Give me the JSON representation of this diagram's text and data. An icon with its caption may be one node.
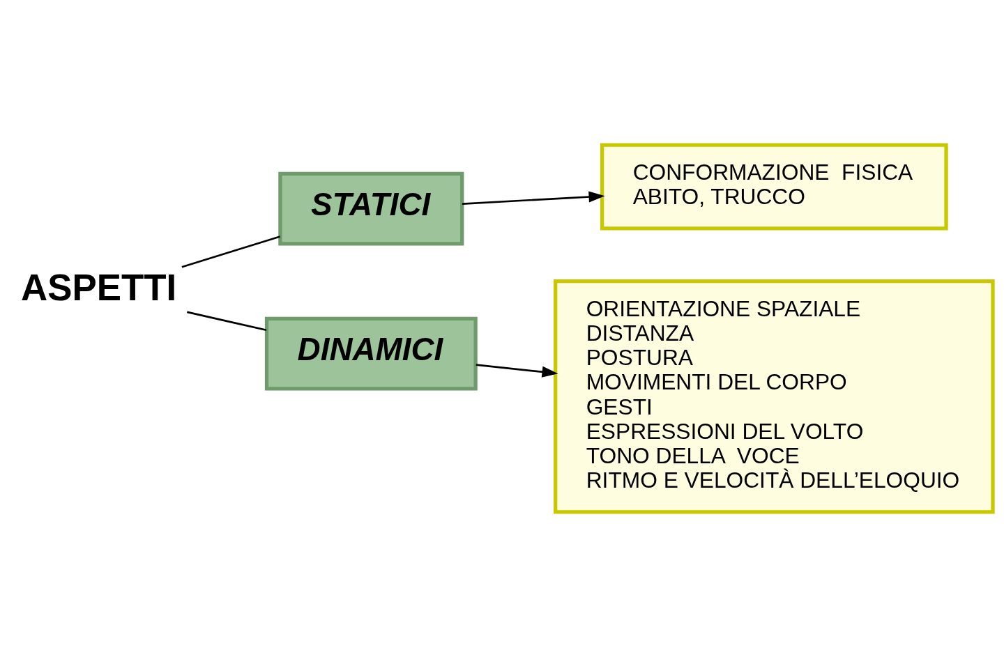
{
  "diagram": {
    "nodes": [
      {
        "text": [
          "ASPETTI"
        ]
      },
      {
        "text": [
          "STATICI"
        ]
      },
      {
        "text": [
          "DINAMICI"
        ]
      },
      {
        "text": [
          "CONFORMAZIONE  FISICA",
          "ABITO, TRUCCO"
        ]
      },
      {
        "text": [
          "ORIENTAZIONE SPAZIALE",
          "DISTANZA",
          "POSTURA",
          "MOVIMENTI DEL CORPO",
          "GESTI",
          "ESPRESSIONI DEL VOLTO",
          "TONO DELLA  VOCE",
          "RITMO E VELOCITÀ DELL’ELOQUIO"
        ]
      }
    ],
    "edges": [
      {
        "from": 0,
        "to": 1,
        "arrow": "none"
      },
      {
        "from": 0,
        "to": 2,
        "arrow": "none"
      },
      {
        "from": 1,
        "to": 3,
        "arrow": "to"
      },
      {
        "from": 2,
        "to": 4,
        "arrow": "to"
      }
    ]
  }
}
